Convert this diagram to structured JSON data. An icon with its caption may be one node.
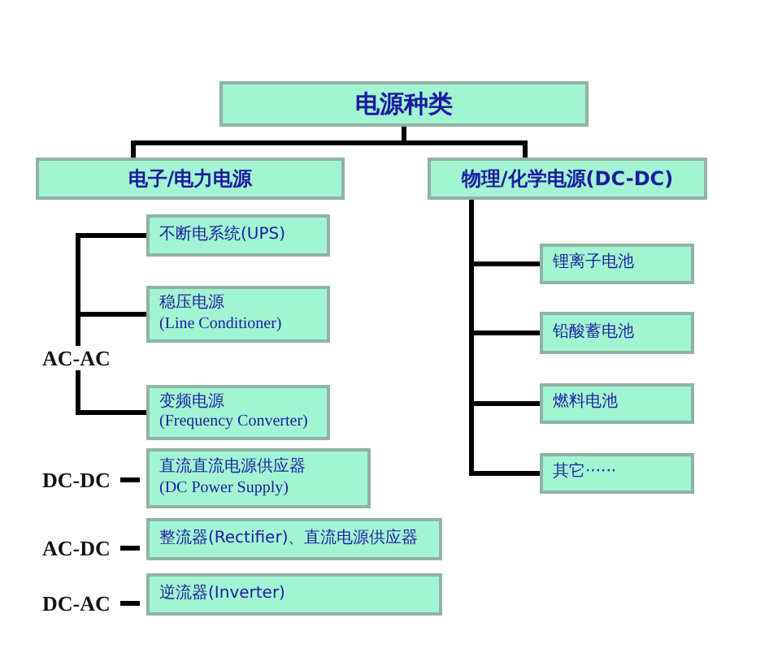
{
  "diagram": {
    "nodes": [
      {
        "text": [
          "电源种类"
        ]
      },
      {
        "text": [
          "电子/电力电源"
        ]
      },
      {
        "text": [
          "物理/化学电源(DC-DC)"
        ]
      },
      {
        "text": [
          "不断电系统(UPS)"
        ]
      },
      {
        "text": [
          "稳压电源",
          "(Line Conditioner)"
        ]
      },
      {
        "text": [
          "AC-AC"
        ]
      },
      {
        "text": [
          "变频电源",
          "(Frequency Converter)"
        ]
      },
      {
        "text": [
          "DC-DC"
        ]
      },
      {
        "text": [
          "直流直流电源供应器",
          "(DC Power Supply)"
        ]
      },
      {
        "text": [
          "AC-DC"
        ]
      },
      {
        "text": [
          "整流器(Rectifier)、直流电源供应器"
        ]
      },
      {
        "text": [
          "DC-AC"
        ]
      },
      {
        "text": [
          "逆流器(Inverter)"
        ]
      },
      {
        "text": [
          "锂离子电池"
        ]
      },
      {
        "text": [
          "铅酸蓄电池"
        ]
      },
      {
        "text": [
          "燃料电池"
        ]
      },
      {
        "text": [
          "其它······"
        ]
      }
    ],
    "edges": [
      {
        "from": 0,
        "to": 1,
        "arrow": "none"
      },
      {
        "from": 0,
        "to": 2,
        "arrow": "none"
      },
      {
        "from": 5,
        "to": 3,
        "arrow": "none"
      },
      {
        "from": 5,
        "to": 4,
        "arrow": "none"
      },
      {
        "from": 5,
        "to": 6,
        "arrow": "none"
      },
      {
        "from": 7,
        "to": 8,
        "arrow": "none"
      },
      {
        "from": 9,
        "to": 10,
        "arrow": "none"
      },
      {
        "from": 11,
        "to": 12,
        "arrow": "none"
      },
      {
        "from": 2,
        "to": 13,
        "arrow": "none"
      },
      {
        "from": 2,
        "to": 14,
        "arrow": "none"
      },
      {
        "from": 2,
        "to": 15,
        "arrow": "none"
      },
      {
        "from": 2,
        "to": 16,
        "arrow": "none"
      }
    ]
  }
}
